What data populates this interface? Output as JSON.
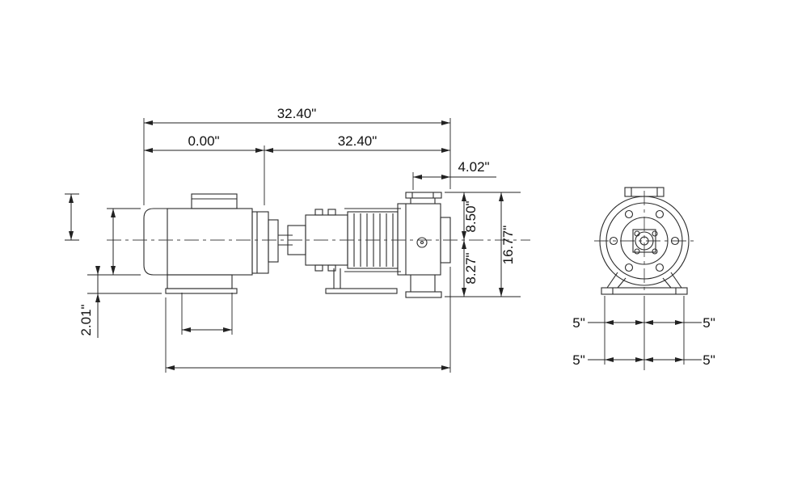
{
  "page": {
    "background": "#ffffff",
    "line_color": "#2b2b2b",
    "dim_line_color": "#222222",
    "text_color": "#111111"
  },
  "drawing": {
    "dimensions": {
      "overall_top": "32.40\"",
      "sub_left": "0.00\"",
      "sub_right": "32.40\"",
      "port_offset": "4.02\"",
      "upper_height": "8.50\"",
      "total_height": "16.77\"",
      "lower_height": "8.27\"",
      "base_height": "2.01\"",
      "end_row1_left": "5\"",
      "end_row1_right": "5\"",
      "end_row2_left": "5\"",
      "end_row2_right": "5\""
    }
  }
}
